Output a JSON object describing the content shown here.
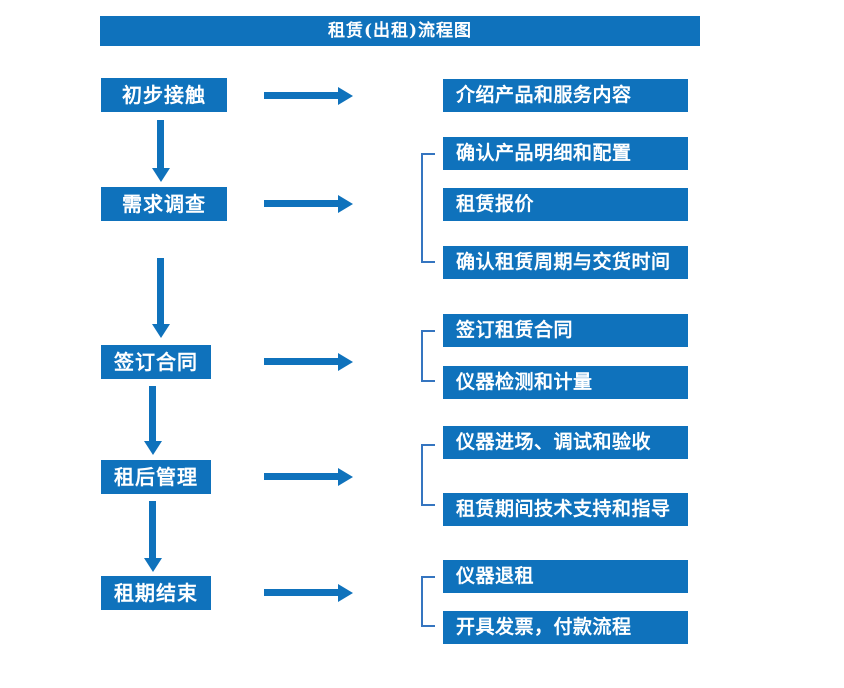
{
  "title": "租赁(出租)流程图",
  "colors": {
    "box_blue": "#0f72bc",
    "bracket_blue": "#3575c0",
    "text_white": "#ffffff",
    "background": "#ffffff"
  },
  "flow": {
    "steps": [
      {
        "label": "初步接触",
        "details": [
          "介绍产品和服务内容"
        ]
      },
      {
        "label": "需求调查",
        "details": [
          "确认产品明细和配置",
          "租赁报价",
          "确认租赁周期与交货时间"
        ]
      },
      {
        "label": "签订合同",
        "details": [
          "签订租赁合同",
          "仪器检测和计量"
        ]
      },
      {
        "label": "租后管理",
        "details": [
          "仪器进场、调试和验收",
          "租赁期间技术支持和指导"
        ]
      },
      {
        "label": "租期结束",
        "details": [
          "仪器退租",
          "开具发票，付款流程"
        ]
      }
    ]
  }
}
